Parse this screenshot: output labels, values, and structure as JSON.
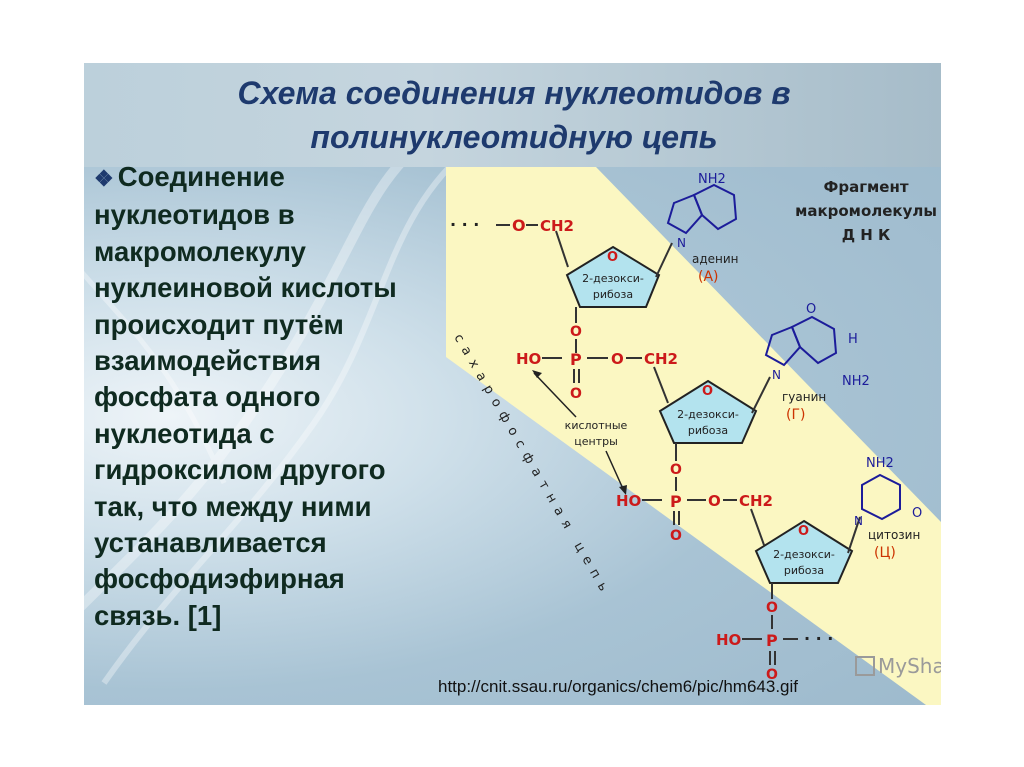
{
  "slide": {
    "title_line1": "Схема соединения нуклеотидов в",
    "title_line2": "полинуклеотидную цепь",
    "bullet_glyph": "❖",
    "body_text": "Соединение нуклеотидов в макромолекулу нуклеиновой кислоты происходит путём взаимодействия фосфата одного нуклеотида с гидроксилом другого так, что между ними устанавливается фосфодиэфирная связь. [1]",
    "source_url": "http://cnit.ssau.ru/organics/chem6/pic/hm643.gif",
    "watermark": "MyShared"
  },
  "figure": {
    "caption_line1": "Фрагмент",
    "caption_line2": "макромолекулы",
    "caption_line3": "Д Н К",
    "dots": "· · ·",
    "O": "O",
    "CH2": "CH2",
    "P": "P",
    "HO": "HO",
    "ribose_line1": "2-дезокси-",
    "ribose_line2": "рибоза",
    "NH2": "NH2",
    "H": "H",
    "N": "N",
    "adenine": "аденин",
    "adenine_code": "(А)",
    "guanine": "гуанин",
    "guanine_code": "(Г)",
    "cytosine": "цитозин",
    "cytosine_code": "(Ц)",
    "acid_centers_line1": "кислотные",
    "acid_centers_line2": "центры",
    "backbone_label": "сахарофосфатная цепь"
  },
  "colors": {
    "title": "#1e3a6e",
    "band": "#fbf7c2",
    "ribose": "#b3e3ee",
    "atom_red": "#cc1a1a",
    "atom_blue": "#1c1c9a",
    "base_label": "#cc3300"
  }
}
